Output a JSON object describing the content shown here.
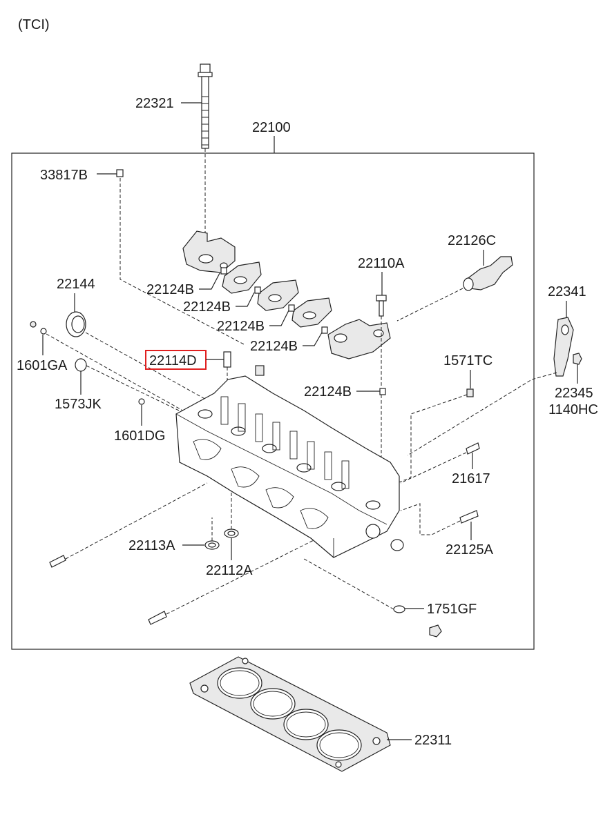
{
  "diagram": {
    "variant_label": "(TCI)",
    "parts": [
      {
        "id": "22321"
      },
      {
        "id": "22100"
      },
      {
        "id": "33817B"
      },
      {
        "id": "22126C"
      },
      {
        "id": "22110A"
      },
      {
        "id": "22341"
      },
      {
        "id": "22144"
      },
      {
        "id": "22124B"
      },
      {
        "id": "22124B"
      },
      {
        "id": "22124B"
      },
      {
        "id": "22124B"
      },
      {
        "id": "22114D",
        "highlighted": true
      },
      {
        "id": "1601GA"
      },
      {
        "id": "1573JK"
      },
      {
        "id": "1571TC"
      },
      {
        "id": "22345"
      },
      {
        "id": "1140HC"
      },
      {
        "id": "22124B"
      },
      {
        "id": "1601DG"
      },
      {
        "id": "21617"
      },
      {
        "id": "22113A"
      },
      {
        "id": "22125A"
      },
      {
        "id": "22112A"
      },
      {
        "id": "1751GF"
      },
      {
        "id": "22311"
      }
    ],
    "highlight_color": "#e02020"
  }
}
